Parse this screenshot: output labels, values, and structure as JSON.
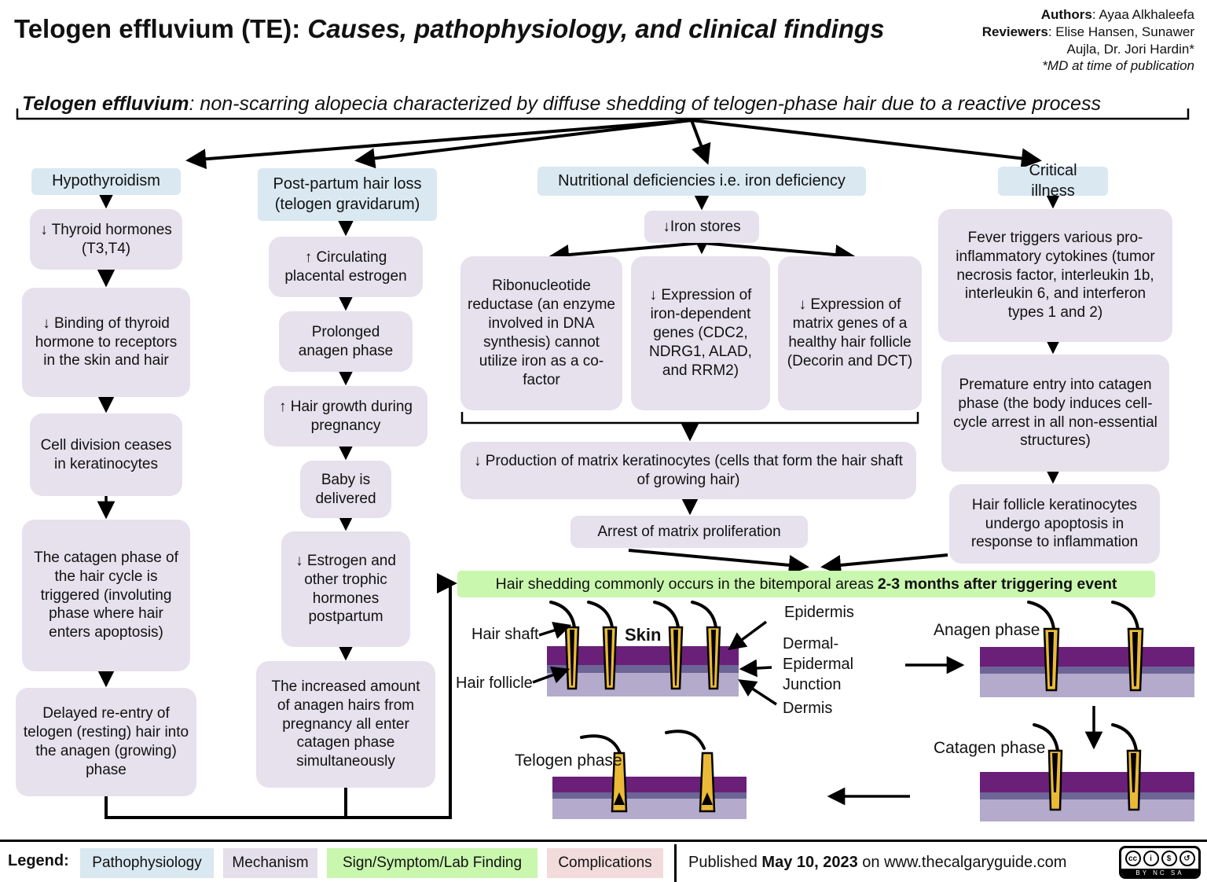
{
  "header": {
    "title_bold": "Telogen effluvium (TE): ",
    "title_italic": "Causes, pathophysiology, and clinical findings",
    "authors_label": "Authors",
    "authors_names": ": Ayaa Alkhaleefa",
    "reviewers_label": "Reviewers",
    "reviewers_line1": ": Elise Hansen, Sunawer",
    "reviewers_line2": "Aujla, Dr. Jori Hardin*",
    "footnote": "*MD at time of publication"
  },
  "definition": {
    "term": "Telogen effluvium",
    "rest": ": non-scarring alopecia characterized by diffuse shedding of telogen-phase hair due to a reactive process"
  },
  "causes": {
    "hypothyroidism": {
      "title": "Hypothyroidism",
      "steps": [
        "↓ Thyroid hormones (T3,T4)",
        "↓ Binding of thyroid hormone to receptors in the skin and hair",
        "Cell division ceases in keratinocytes",
        "The catagen phase of the hair cycle is triggered (involuting phase where hair enters apoptosis)",
        "Delayed re-entry of telogen (resting) hair into the anagen (growing) phase"
      ]
    },
    "postpartum": {
      "title": "Post-partum hair loss (telogen gravidarum)",
      "steps": [
        "↑ Circulating placental estrogen",
        "Prolonged anagen phase",
        "↑ Hair growth during pregnancy",
        "Baby is delivered",
        "↓ Estrogen and other trophic hormones postpartum",
        "The increased amount of anagen hairs from pregnancy all enter catagen phase simultaneously"
      ]
    },
    "nutritional": {
      "title": "Nutritional deficiencies i.e. iron deficiency",
      "iron_stores": "↓Iron stores",
      "branches": [
        "Ribonucleotide reductase (an enzyme involved in DNA synthesis) cannot utilize iron as a co-factor",
        "↓ Expression of iron-dependent genes (CDC2, NDRG1, ALAD, and RRM2)",
        "↓ Expression of matrix genes of a healthy hair follicle (Decorin and DCT)"
      ],
      "production": "↓ Production of matrix keratinocytes (cells that form the hair shaft of growing hair)",
      "arrest": "Arrest of matrix proliferation"
    },
    "critical": {
      "title": "Critical illness",
      "steps": [
        "Fever triggers various pro-inflammatory cytokines (tumor necrosis factor, interleukin 1b, interleukin 6, and interferon types 1 and 2)",
        "Premature entry into catagen phase (the body induces cell-cycle arrest in all non-essential structures)",
        "Hair follicle keratinocytes undergo apoptosis in response to inflammation"
      ]
    }
  },
  "finding": {
    "normal": "Hair shedding commonly occurs in the bitemporal areas",
    "bold": "2-3 months after triggering event"
  },
  "diagram": {
    "skin_title": "Skin",
    "hair_shaft": "Hair shaft",
    "hair_follicle": "Hair follicle",
    "epidermis": "Epidermis",
    "dej": "Dermal-\nEpidermal\nJunction",
    "dermis": "Dermis",
    "anagen": "Anagen phase",
    "catagen": "Catagen phase",
    "telogen": "Telogen phase"
  },
  "legend": {
    "label": "Legend:",
    "items": [
      {
        "label": "Pathophysiology",
        "color": "#d9e8f1"
      },
      {
        "label": "Mechanism",
        "color": "#e4dfeb"
      },
      {
        "label": "Sign/Symptom/Lab Finding",
        "color": "#c9f7ad"
      },
      {
        "label": "Complications",
        "color": "#f2dcdb"
      }
    ],
    "published_prefix": "Published",
    "published_date": "May 10, 2023",
    "published_mid": "on",
    "published_site": "www.thecalgaryguide.com",
    "cc": {
      "icons": [
        "cc",
        "i",
        "$",
        "↺"
      ],
      "text": "BY NC SA"
    }
  },
  "colors": {
    "header_blue": "#d9e8f1",
    "box_lavender": "#e6e1ed",
    "highlight_green": "#c9f7ad",
    "complications_pink": "#f2dcdb",
    "epidermis_purple": "#6a2078",
    "dermal_epidermal_junction": "#6e6597",
    "dermis_light_purple": "#b4aacb",
    "hair_yellow": "#eab937"
  }
}
